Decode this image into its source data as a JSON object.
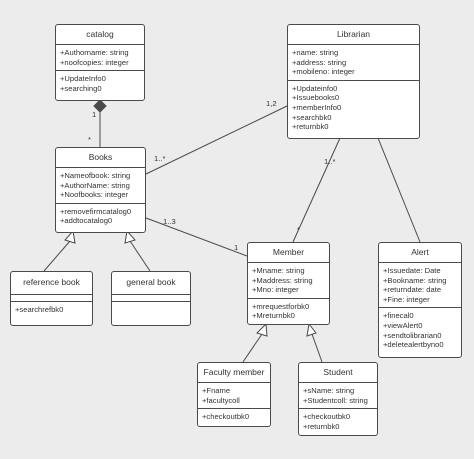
{
  "classes": {
    "catalog": {
      "name": "catalog",
      "attributes": [
        "+Authorname: string",
        "+noofcopies: integer"
      ],
      "operations": [
        "+UpdateInfo0",
        "+searching0"
      ]
    },
    "librarian": {
      "name": "Librarian",
      "attributes": [
        "+name: string",
        "+address: string",
        "+mobileno: integer"
      ],
      "operations": [
        "+Updateinfo0",
        "+Issuebooks0",
        "+memberInfo0",
        "+searchbk0",
        "+returnbk0"
      ]
    },
    "books": {
      "name": "Books",
      "attributes": [
        "+Nameofbook: string",
        "+AuthorName: string",
        "+Noofbooks: integer"
      ],
      "operations": [
        "+removefirmcatalog0",
        "+addtocatalog0"
      ]
    },
    "reference_book": {
      "name": "reference book",
      "attributes": [],
      "operations": [
        "+searchrefbk0"
      ]
    },
    "general_book": {
      "name": "general book",
      "attributes": [],
      "operations": []
    },
    "member": {
      "name": "Member",
      "attributes": [
        "+Mname: string",
        "+Maddress: string",
        "+Mno: integer"
      ],
      "operations": [
        "+mrequestforbk0",
        "+Mreturnbk0"
      ]
    },
    "alert": {
      "name": "Alert",
      "attributes": [
        "+Issuedate: Date",
        "+Bookname: string",
        "+returndate: date",
        "+Fine: integer"
      ],
      "operations": [
        "+finecal0",
        "+viewAlert0",
        "+sendtolibrarian0",
        "+deletealertbyno0"
      ]
    },
    "faculty_member": {
      "name": "Faculty member",
      "attributes": [
        "+Fname",
        "+facultycoll"
      ],
      "operations": [
        "+checkoutbk0"
      ]
    },
    "student": {
      "name": "Student",
      "attributes": [
        "+sName: string",
        "+Studentcoll: string"
      ],
      "operations": [
        "+checkoutbk0",
        "+returnbk0"
      ]
    }
  },
  "multiplicities": {
    "catalog_one": "1",
    "books_many": "*",
    "librarian_books_a": "1,2",
    "librarian_books_b": "1..*",
    "librarian_member_a": "1..*",
    "librarian_member_b": "*",
    "books_member_a": "1..3",
    "books_member_b": "1"
  },
  "colors": {
    "background": "#ececec",
    "box": "#ffffff",
    "line": "#4a4a4a",
    "text": "#333333"
  }
}
